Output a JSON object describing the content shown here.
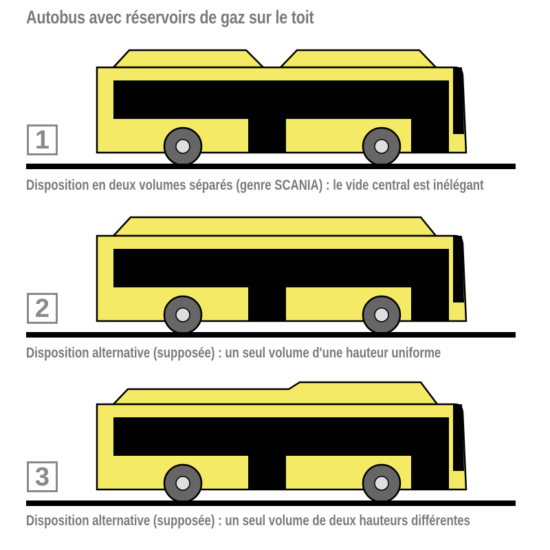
{
  "title": "Autobus avec réservoirs de gaz sur le toit",
  "colors": {
    "bus_body": "#f4ea66",
    "outline": "#000000",
    "windows": "#000000",
    "wheel": "#666666",
    "hub": "#dedede",
    "text_gray": "#7a7a7a"
  },
  "configurations": [
    {
      "number": "1",
      "caption": "Disposition en deux volumes séparés (genre SCANIA) : le vide central est inélégant",
      "roof_layout": "two-separate-volumes"
    },
    {
      "number": "2",
      "caption": "Disposition alternative (supposée) : un seul volume d'une hauteur uniforme",
      "roof_layout": "single-uniform-volume"
    },
    {
      "number": "3",
      "caption": "Disposition alternative (supposée) : un seul volume de deux hauteurs différentes",
      "roof_layout": "single-two-height-volume"
    }
  ]
}
